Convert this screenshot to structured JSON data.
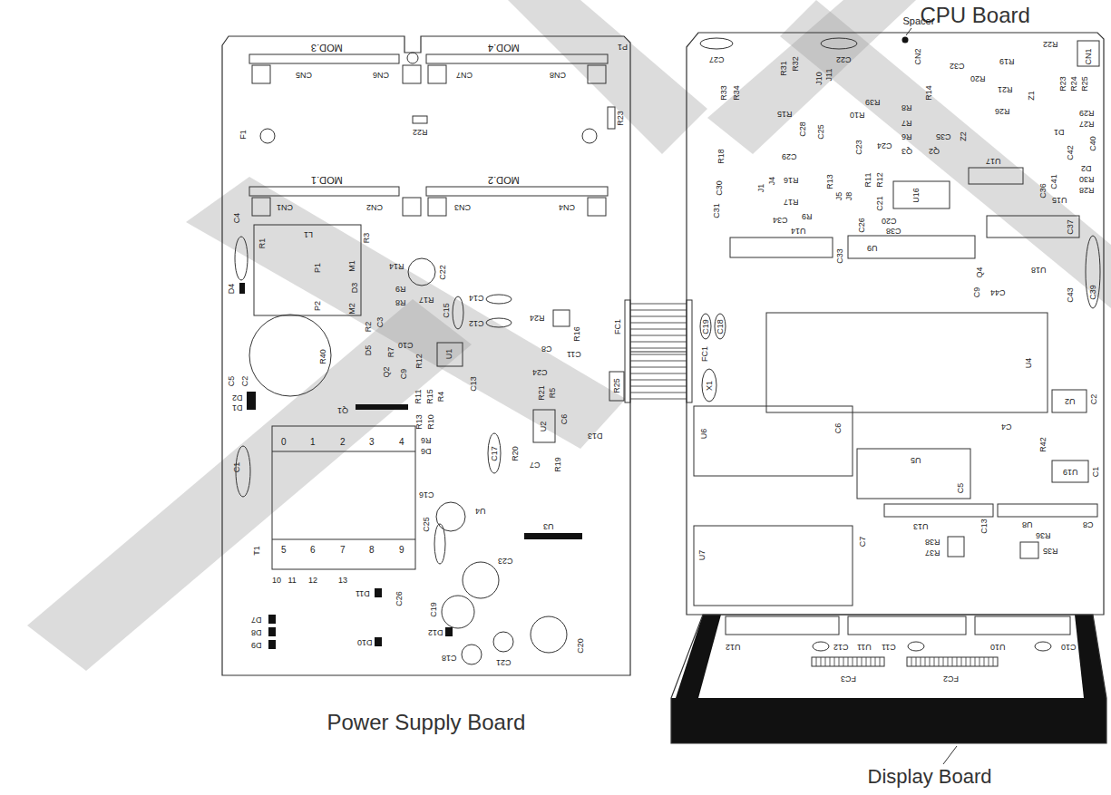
{
  "diagram": {
    "nodes": [
      {
        "text": [
          "Power Supply Board"
        ]
      },
      {
        "text": [
          "CPU Board"
        ]
      },
      {
        "text": [
          "Display Board"
        ]
      }
    ],
    "edges": [
      {
        "from": 0,
        "to": 1,
        "arrow": "none"
      }
    ],
    "labels": [
      "MOD.3",
      "MOD.4",
      "P1",
      "CN5",
      "CN6",
      "CN7",
      "CN8",
      "F1",
      "R22",
      "R23",
      "MOD.1",
      "MOD.2",
      "CN1",
      "CN2",
      "CN3",
      "CN4",
      "C4",
      "R1",
      "L1",
      "R3",
      "P1",
      "M1",
      "P2",
      "M2",
      "D3",
      "D4",
      "C22",
      "R14",
      "R17",
      "C15",
      "R9",
      "R8",
      "C14",
      "C12",
      "R24",
      "R16",
      "C8",
      "C11",
      "FC1",
      "R2",
      "C3",
      "R7",
      "C10",
      "U1",
      "D5",
      "R40",
      "Q2",
      "C9",
      "R12",
      "C13",
      "C24",
      "R21",
      "R5",
      "R25",
      "C5",
      "C2",
      "D2",
      "D1",
      "Q1",
      "R11",
      "R15",
      "R4",
      "R13",
      "R10",
      "R6",
      "D6",
      "U2",
      "C6",
      "D13",
      "C7",
      "R20",
      "R19",
      "C17",
      "C1",
      "0",
      "1",
      "2",
      "3",
      "4",
      "5",
      "6",
      "7",
      "8",
      "9",
      "T1",
      "10",
      "11",
      "12",
      "13",
      "D11",
      "D7",
      "D8",
      "D9",
      "D10",
      "D12",
      "C16",
      "U4",
      "C25",
      "C26",
      "U3",
      "C19",
      "C23",
      "C21",
      "C18",
      "C20",
      "R22",
      "CN1",
      "CN2",
      "R19",
      "C32",
      "R20",
      "R21",
      "Z1",
      "R23",
      "R24",
      "R25",
      "C27",
      "C22",
      "J10",
      "J11",
      "R31",
      "R32",
      "R33",
      "R34",
      "R14",
      "R39",
      "R10",
      "R8",
      "R7",
      "R6",
      "R26",
      "R29",
      "R27",
      "C40",
      "D1",
      "C35",
      "Z2",
      "U17",
      "C42",
      "D2",
      "R30",
      "R28",
      "R15",
      "C28",
      "C25",
      "C23",
      "C24",
      "Q3",
      "Q2",
      "R18",
      "C29",
      "J1",
      "J4",
      "R16",
      "R17",
      "R13",
      "J5",
      "J8",
      "R11",
      "R12",
      "C21",
      "U16",
      "C36",
      "U15",
      "C41",
      "C37",
      "C30",
      "C31",
      "C34",
      "R9",
      "U14",
      "C20",
      "C38",
      "U9",
      "C26",
      "C33",
      "Q4",
      "C9",
      "U18",
      "C44",
      "C43",
      "C39",
      "C19",
      "C18",
      "X1",
      "U4",
      "U2",
      "C2",
      "C4",
      "U6",
      "C6",
      "U5",
      "R42",
      "C1",
      "U19",
      "C5",
      "U13",
      "C13",
      "U8",
      "R36",
      "C8",
      "C7",
      "U7",
      "R38",
      "R37",
      "R35",
      "U12",
      "C12",
      "U11",
      "C11",
      "U10",
      "C10",
      "FC1",
      "FC3",
      "FC2",
      "Spacer"
    ]
  }
}
